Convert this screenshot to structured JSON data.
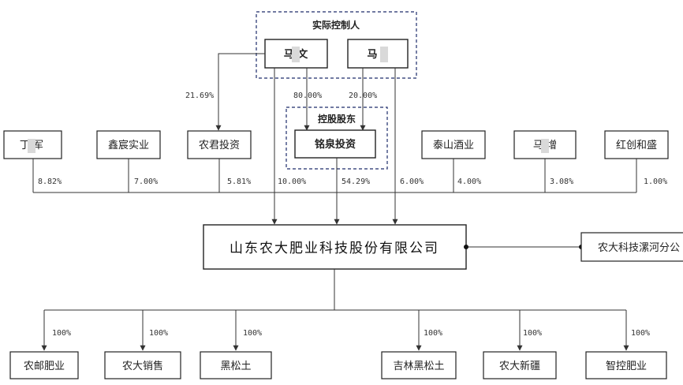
{
  "controllers_group": {
    "label": "实际控制人"
  },
  "controllers": [
    {
      "id": "c1",
      "name": "马 文"
    },
    {
      "id": "c2",
      "name": "马"
    }
  ],
  "holding_group": {
    "label": "控股股东"
  },
  "holding": {
    "name": "铭泉投资"
  },
  "shareholders": [
    {
      "name": "丁 军",
      "pct": "8.82%"
    },
    {
      "name": "鑫宸实业",
      "pct": "7.00%"
    },
    {
      "name": "农君投资",
      "pct": "5.81%"
    },
    {
      "name": "泰山酒业",
      "pct": "4.00%"
    },
    {
      "name": "马 增",
      "pct": "3.08%"
    },
    {
      "name": "红创和盛",
      "pct": "1.00%"
    }
  ],
  "control_pcts": {
    "c1_to_nongjun": "21.69%",
    "c1_to_holding": "80.00%",
    "c2_to_holding": "20.00%",
    "c1_to_main": "10.00%",
    "holding_to_main": "54.29%",
    "c2_to_main": "6.00%"
  },
  "main_company": {
    "name": "山东农大肥业科技股份有限公司"
  },
  "branch": {
    "name": "农大科技漯河分公"
  },
  "subsidiaries": [
    {
      "name": "农邮肥业",
      "pct": "100%"
    },
    {
      "name": "农大销售",
      "pct": "100%"
    },
    {
      "name": "黑松土",
      "pct": "100%"
    },
    {
      "name": "吉林黑松土",
      "pct": "100%"
    },
    {
      "name": "农大新疆",
      "pct": "100%"
    },
    {
      "name": "智控肥业",
      "pct": "100%"
    }
  ]
}
